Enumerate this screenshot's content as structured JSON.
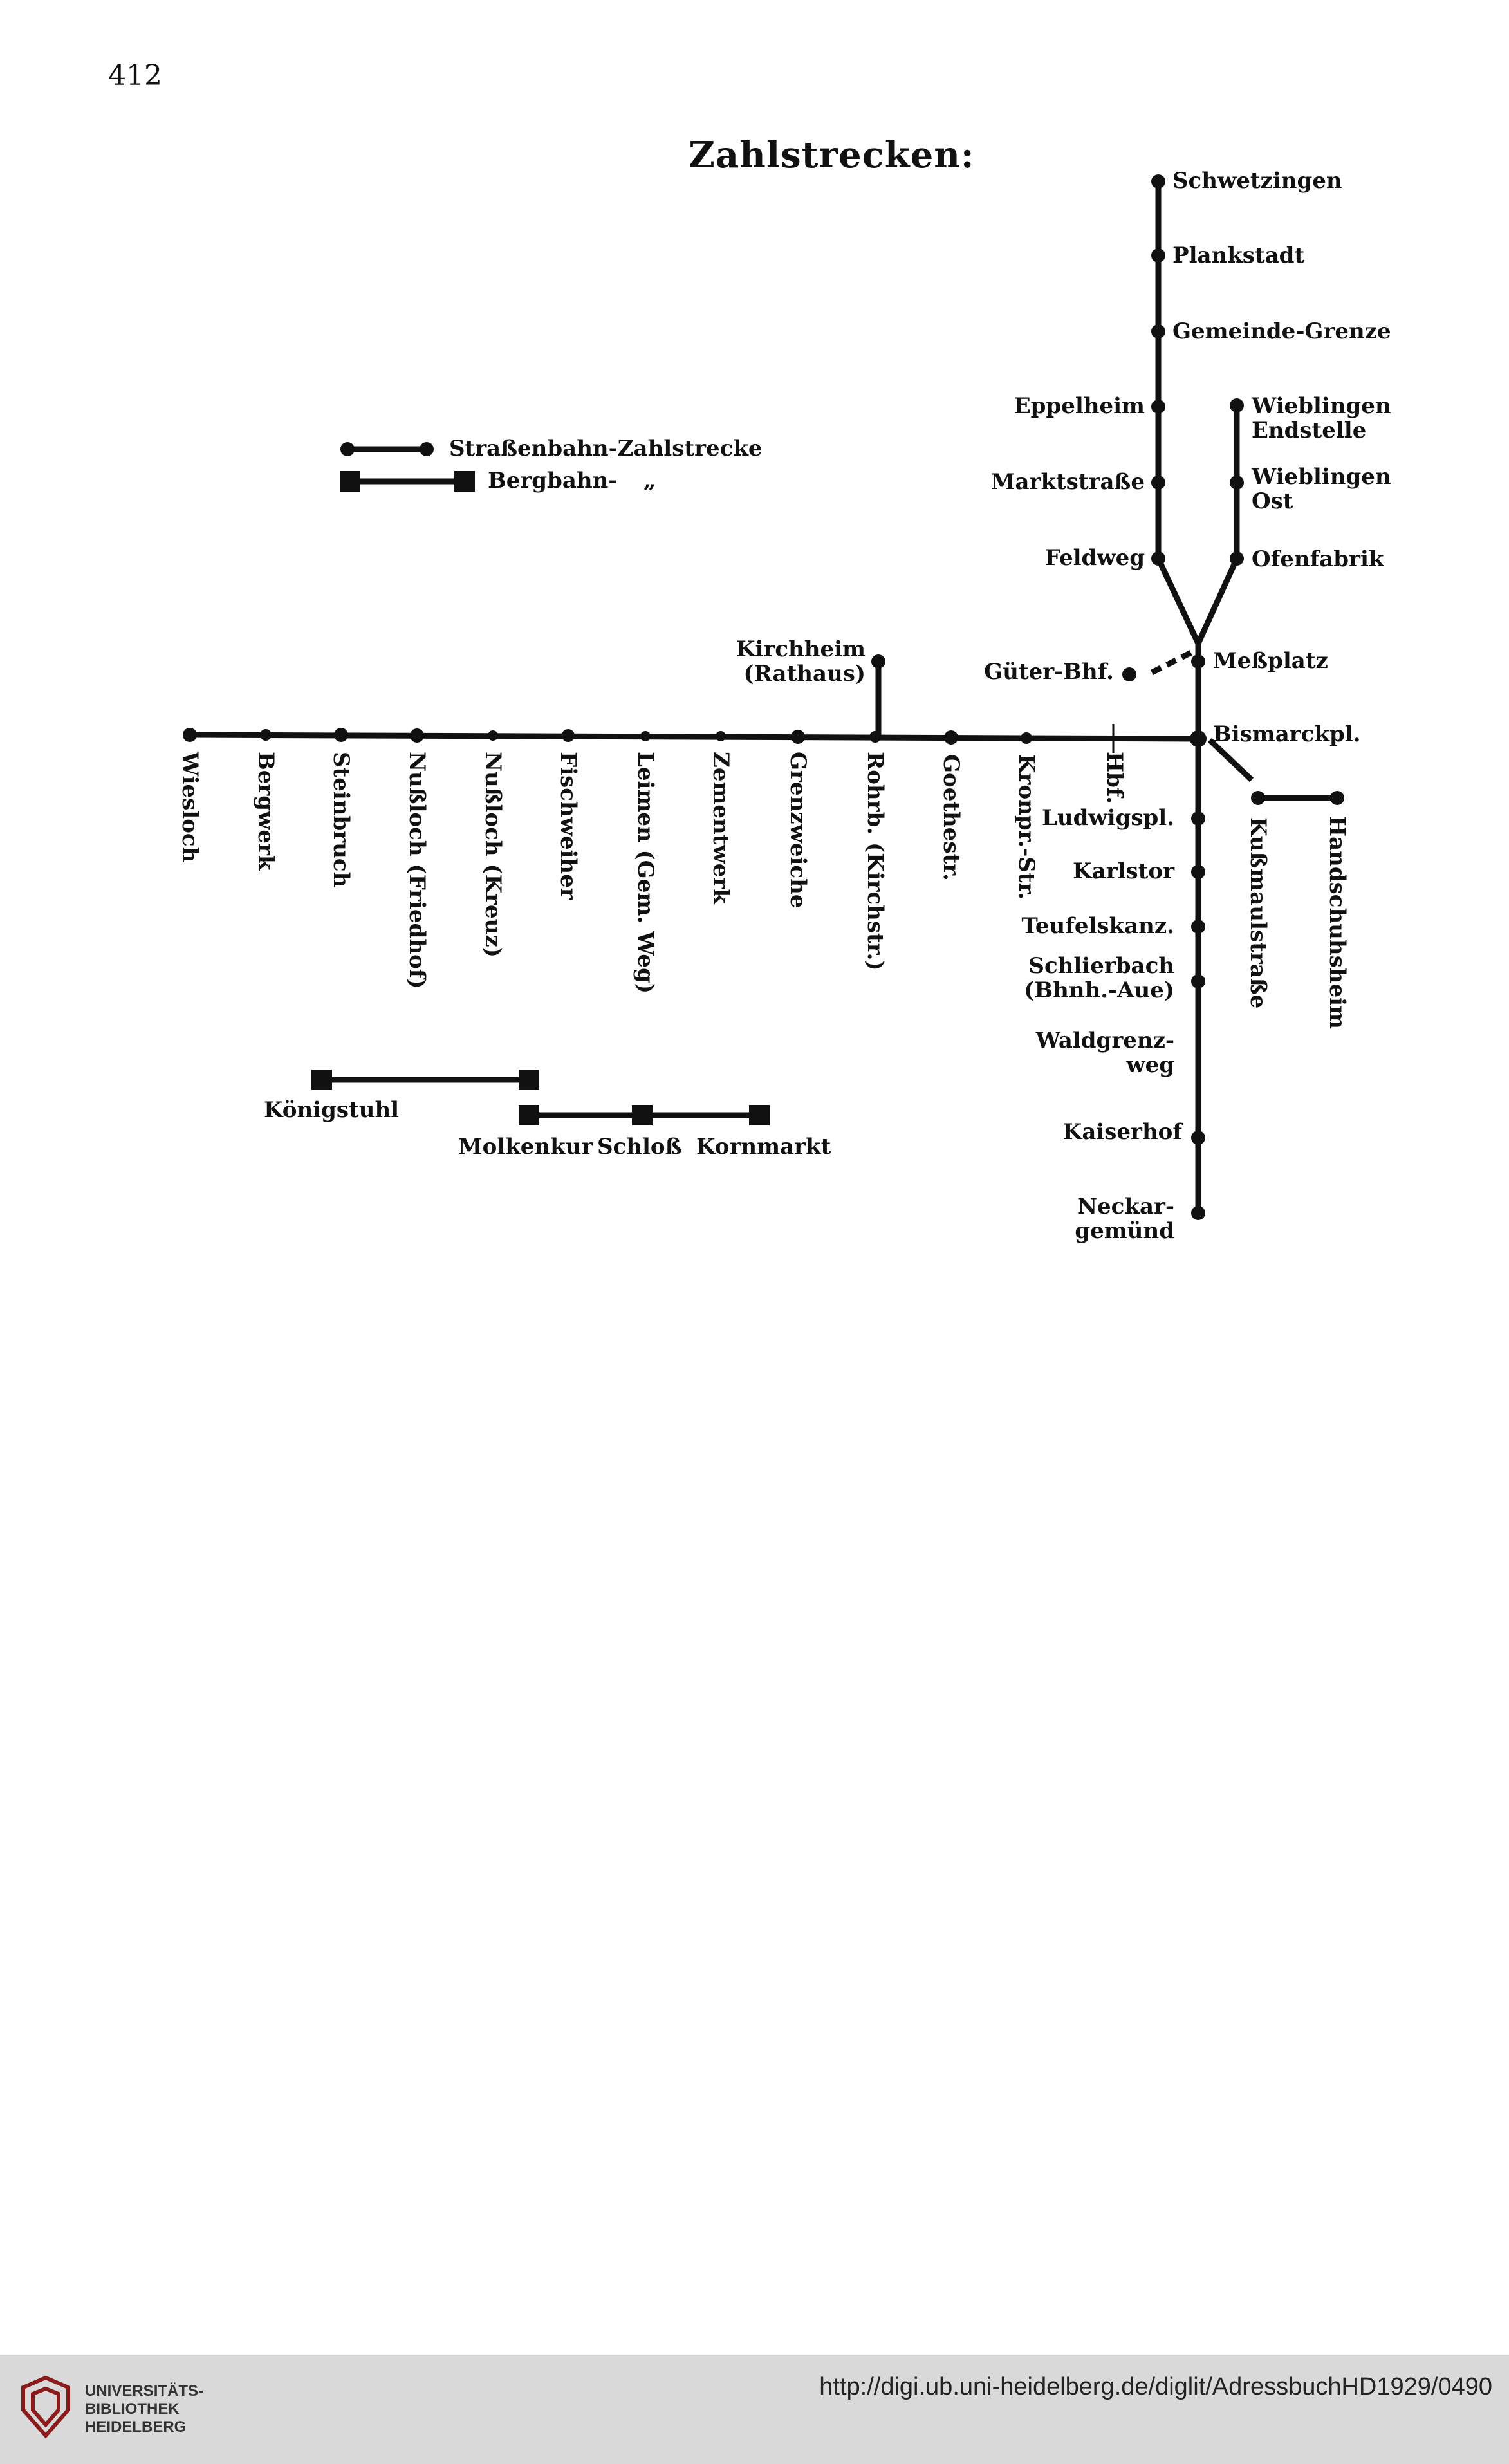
{
  "page_number": "412",
  "title": "Zahlstrecken:",
  "legend": {
    "tram_label": "Straßenbahn-Zahlstrecke",
    "mountain_label": "Bergbahn-",
    "mountain_ditto": "„"
  },
  "north_line": [
    "Schwetzingen",
    "Plankstadt",
    "Gemeinde-Grenze"
  ],
  "eppelheim_line": [
    "Eppelheim",
    "Marktstraße",
    "Feldweg"
  ],
  "wieblingen_line": [
    "Wieblingen\nEndstelle",
    "Wieblingen\nOst",
    "Ofenfabrik"
  ],
  "messplatz": "Meßplatz",
  "gueter_bhf": "Güter-Bhf.",
  "kirchheim": "Kirchheim\n(Rathaus)",
  "bismarckpl": "Bismarckpl.",
  "west_line": [
    "Wiesloch",
    "Bergwerk",
    "Steinbruch",
    "Nußloch (Friedhof)",
    "Nußloch (Kreuz)",
    "Fischweiher",
    "Leimen (Gem. Weg)",
    "Zementwerk",
    "Grenzweiche",
    "Rohrb. (Kirchstr.)",
    "Goethestr.",
    "Kronpr.-Str.",
    "Hbf."
  ],
  "south_line": [
    "Ludwigspl.",
    "Karlstor",
    "Teufelskanz.",
    "Schlierbach\n(Bhnh.-Aue)",
    "Waldgrenz-\nweg",
    "Kaiserhof",
    "Neckar-\ngemünd"
  ],
  "east_branch": [
    "Kußmaulstraße",
    "Handschuhsheim"
  ],
  "bergbahn": [
    "Königstuhl",
    "Molkenkur",
    "Schloß",
    "Kornmarkt"
  ],
  "footer": {
    "institution": [
      "UNIVERSITÄTS-",
      "BIBLIOTHEK",
      "HEIDELBERG"
    ],
    "url": "http://digi.ub.uni-heidelberg.de/diglit/AdressbuchHD1929/0490"
  }
}
